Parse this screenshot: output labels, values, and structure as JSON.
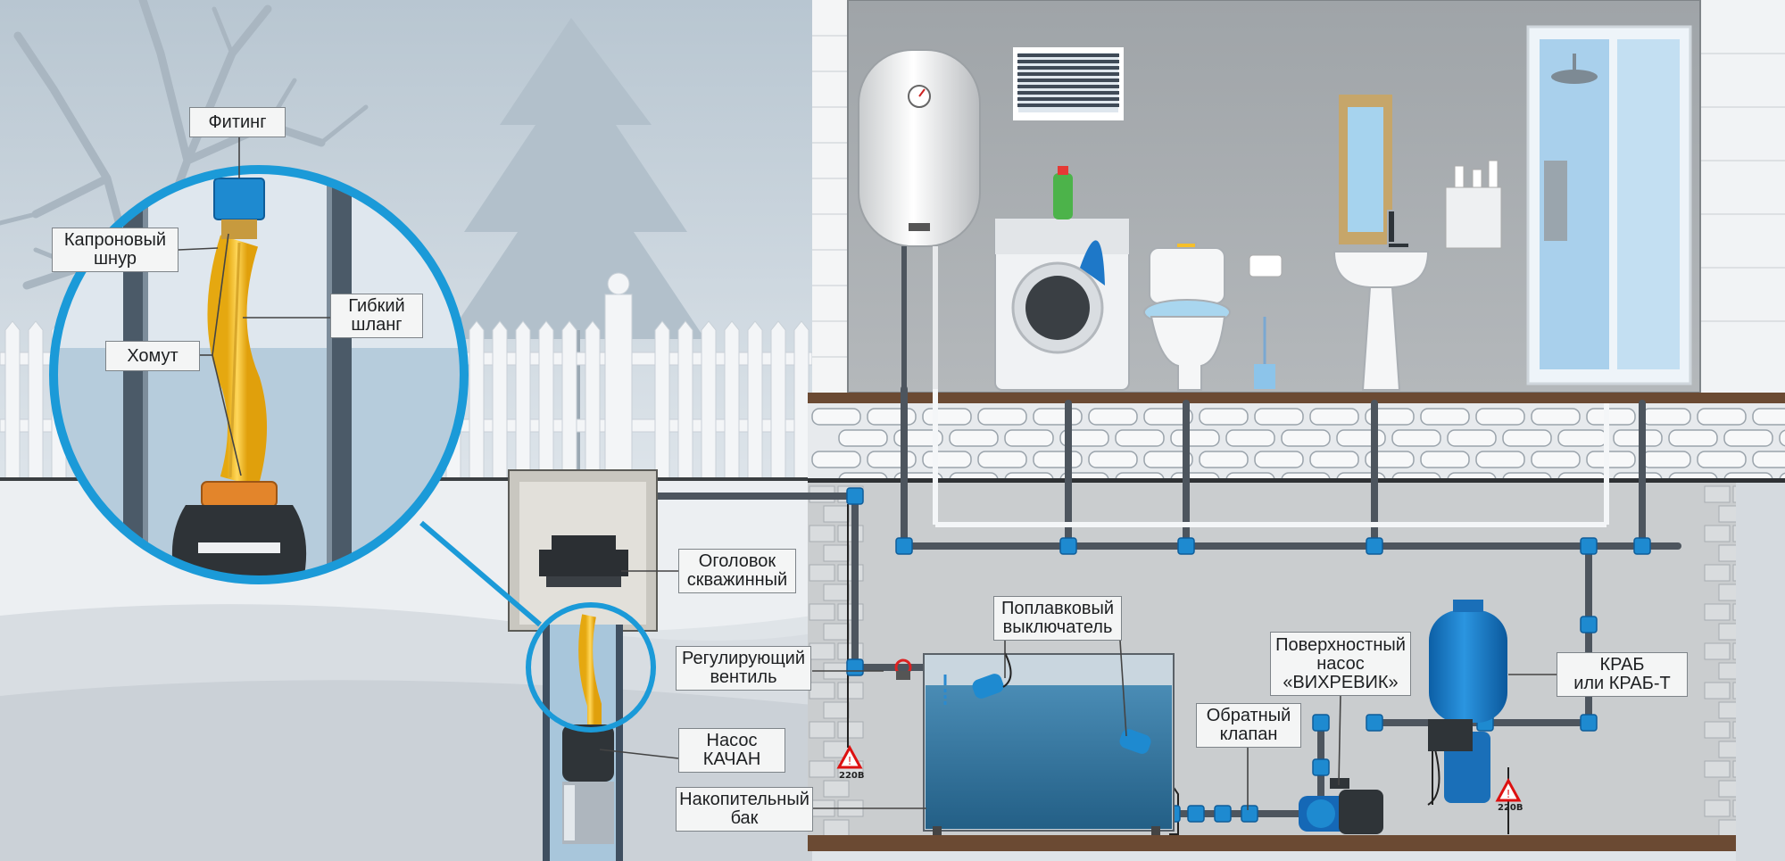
{
  "labels": {
    "fitting": "Фитинг",
    "nylon_cord": [
      "Капроновый",
      "шнур"
    ],
    "flexible_hose": [
      "Гибкий",
      "шланг"
    ],
    "clamp": "Хомут",
    "well_head": [
      "Оголовок",
      "скважинный"
    ],
    "control_valve": [
      "Регулирующий",
      "вентиль"
    ],
    "pump_kachan": [
      "Насос",
      "КАЧАН"
    ],
    "storage_tank": [
      "Накопительный",
      "бак"
    ],
    "float_switch": [
      "Поплавковый",
      "выключатель"
    ],
    "surface_pump": [
      "Поверхностный",
      "насос",
      "«ВИХРЕВИК»"
    ],
    "check_valve": [
      "Обратный",
      "клапан"
    ],
    "krab": [
      "КРАБ",
      "или КРАБ-Т"
    ]
  },
  "voltage_signs": [
    "220В",
    "220В"
  ],
  "colors": {
    "pipe_blue": "#1e8ad0",
    "pipe_gray": "#4d555e",
    "callout_circle": "#1b9ad8",
    "hose_yellow": "#f6bf2a",
    "water": "#4d8fb8",
    "snow": "#e9ecef"
  }
}
